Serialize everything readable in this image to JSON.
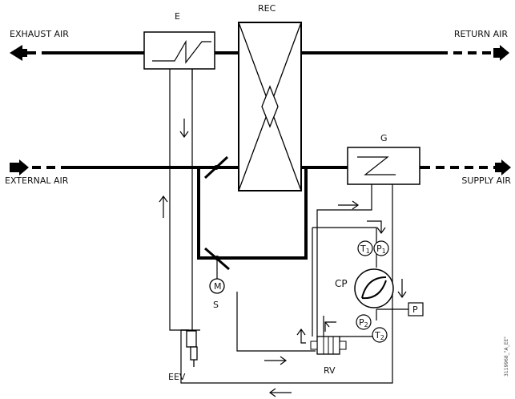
{
  "labels": {
    "exhaust_air": "EXHAUST AIR",
    "return_air": "RETURN AIR",
    "external_air": "EXTERNAL AIR",
    "supply_air": "SUPPLY AIR",
    "e": "E",
    "rec": "REC",
    "g": "G",
    "cp": "CP",
    "s": "S",
    "m": "M",
    "rv": "RV",
    "eev": "EEV",
    "p": "P",
    "t": "T",
    "p_letter": "P",
    "sub1": "1",
    "sub2": "2",
    "code": "3119968_\"A_EE\""
  }
}
